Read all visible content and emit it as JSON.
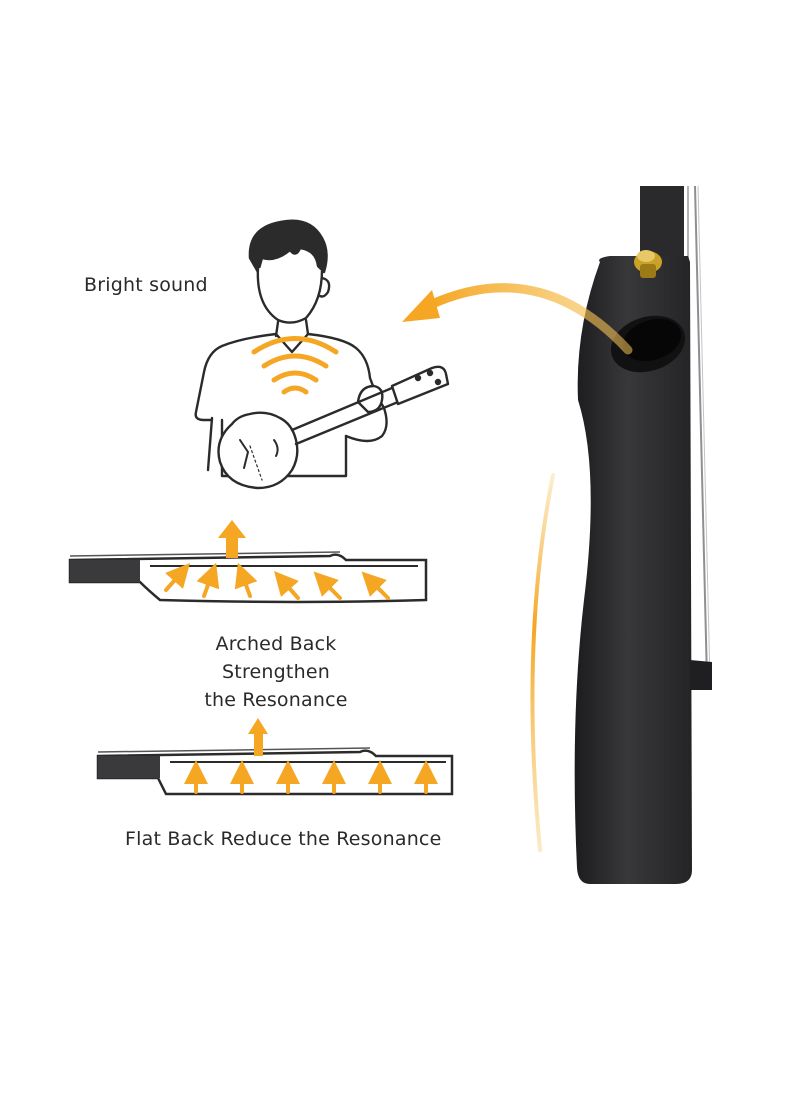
{
  "labels": {
    "bright_sound": "Bright sound",
    "arched_line1": "Arched Back Strengthen",
    "arched_line2": "the Resonance",
    "flat_back": "Flat Back Reduce the Resonance"
  },
  "colors": {
    "accent": "#F5A623",
    "outline": "#2b2b2b",
    "ukulele_body": "#2c2c2e",
    "tuner_gold": "#C9A227"
  },
  "icons": {
    "person": "person-playing-ukulele-icon",
    "sound_waves": "sound-waves-icon",
    "direction": "curved-arrow-icon"
  }
}
